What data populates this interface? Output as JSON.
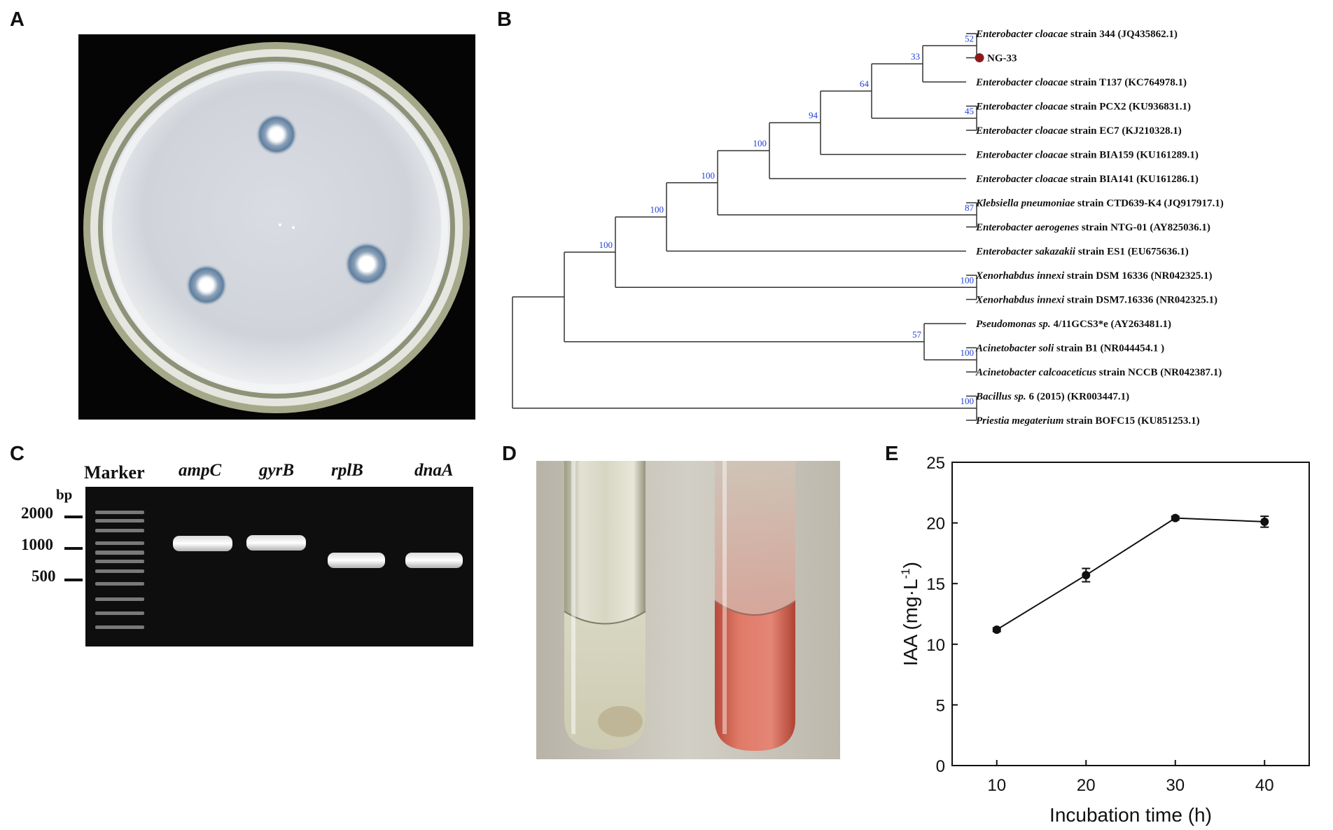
{
  "panels": {
    "a": {
      "letter": "A"
    },
    "b": {
      "letter": "B"
    },
    "c": {
      "letter": "C"
    },
    "d": {
      "letter": "D"
    },
    "e": {
      "letter": "E"
    }
  },
  "tree": {
    "taxa": [
      {
        "genus": "Enterobacter cloacae",
        "rest": " strain 344 (JQ435862.1)"
      },
      {
        "genus": "",
        "rest": "NG-33",
        "marker": true,
        "marker_color": "#8b1a1a"
      },
      {
        "genus": "Enterobacter cloacae",
        "rest": " strain T137 (KC764978.1)"
      },
      {
        "genus": "Enterobacter cloacae",
        "rest": " strain PCX2 (KU936831.1)"
      },
      {
        "genus": "Enterobacter cloacae",
        "rest": " strain EC7 (KJ210328.1)"
      },
      {
        "genus": "Enterobacter cloacae",
        "rest": " strain BIA159 (KU161289.1)"
      },
      {
        "genus": "Enterobacter cloacae",
        "rest": " strain BIA141 (KU161286.1)"
      },
      {
        "genus": "Klebsiella pneumoniae",
        "rest": " strain CTD639-K4 (JQ917917.1)"
      },
      {
        "genus": "Enterobacter aerogenes",
        "rest": " strain NTG-01 (AY825036.1)"
      },
      {
        "genus": "Enterobacter sakazakii",
        "rest": " strain ES1 (EU675636.1)"
      },
      {
        "genus": "Xenorhabdus innexi",
        "rest": " strain DSM 16336 (NR042325.1)"
      },
      {
        "genus": "Xenorhabdus innexi",
        "rest": " strain DSM7.16336 (NR042325.1)"
      },
      {
        "genus": "Pseudomonas sp.",
        "rest": " 4/11GCS3*e (AY263481.1)"
      },
      {
        "genus": "Acinetobacter soli",
        "rest": " strain B1 (NR044454.1 )"
      },
      {
        "genus": "Acinetobacter calcoaceticus",
        "rest": " strain NCCB (NR042387.1)"
      },
      {
        "genus": "Bacillus sp.",
        "rest": " 6 (2015) (KR003447.1)"
      },
      {
        "genus": "Priestia megaterium",
        "rest": " strain BOFC15 (KU851253.1)"
      }
    ],
    "bootstrap_values": [
      "52",
      "33",
      "64",
      "45",
      "94",
      "100",
      "100",
      "87",
      "100",
      "100",
      "100",
      "57",
      "100",
      "100"
    ]
  },
  "gel": {
    "bp_unit": "bp",
    "marker_label": "Marker",
    "lanes": [
      "ampC",
      "gyrB",
      "rplB",
      "dnaA"
    ],
    "size_labels": [
      "2000",
      "1000",
      "500"
    ]
  },
  "chart_data": {
    "type": "line",
    "x": [
      10,
      20,
      30,
      40
    ],
    "y": [
      11.2,
      15.7,
      20.4,
      20.1
    ],
    "error": [
      0.15,
      0.55,
      0.15,
      0.45
    ],
    "xlabel": "Incubation time (h)",
    "ylabel": "IAA (mg·L",
    "ylabel_sup": "-1",
    "ylabel_close": ")",
    "xlim": [
      5,
      45
    ],
    "ylim": [
      0,
      25
    ],
    "xticks": [
      10,
      20,
      30,
      40
    ],
    "yticks": [
      0,
      5,
      10,
      15,
      20,
      25
    ]
  }
}
